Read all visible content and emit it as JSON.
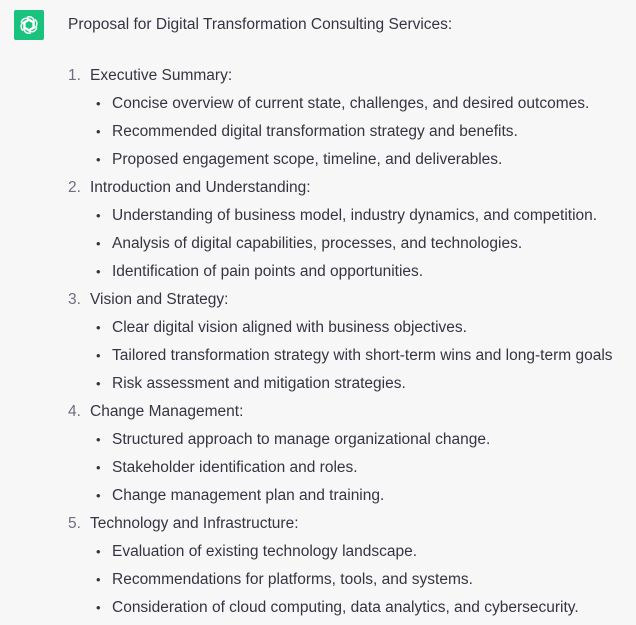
{
  "assistant": {
    "avatar_icon": "openai-logo-icon",
    "avatar_color": "#19c37d"
  },
  "message": {
    "intro": "Proposal for Digital Transformation Consulting Services:",
    "sections": [
      {
        "number": "1.",
        "title": "Executive Summary:",
        "bullets": [
          "Concise overview of current state, challenges, and desired outcomes.",
          "Recommended digital transformation strategy and benefits.",
          "Proposed engagement scope, timeline, and deliverables."
        ]
      },
      {
        "number": "2.",
        "title": "Introduction and Understanding:",
        "bullets": [
          "Understanding of business model, industry dynamics, and competition.",
          "Analysis of digital capabilities, processes, and technologies.",
          "Identification of pain points and opportunities."
        ]
      },
      {
        "number": "3.",
        "title": "Vision and Strategy:",
        "bullets": [
          "Clear digital vision aligned with business objectives.",
          "Tailored transformation strategy with short-term wins and long-term goals",
          "Risk assessment and mitigation strategies."
        ]
      },
      {
        "number": "4.",
        "title": "Change Management:",
        "bullets": [
          "Structured approach to manage organizational change.",
          "Stakeholder identification and roles.",
          "Change management plan and training."
        ]
      },
      {
        "number": "5.",
        "title": "Technology and Infrastructure:",
        "bullets": [
          "Evaluation of existing technology landscape.",
          "Recommendations for platforms, tools, and systems.",
          "Consideration of cloud computing, data analytics, and cybersecurity."
        ]
      }
    ]
  }
}
